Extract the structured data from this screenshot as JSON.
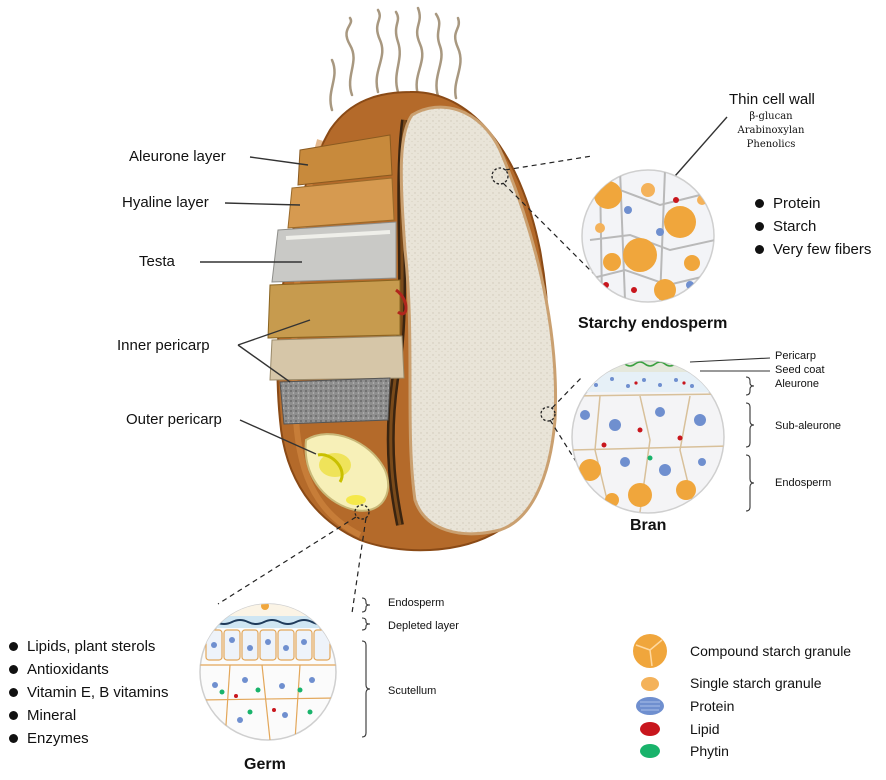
{
  "grain_labels": {
    "aleurone": "Aleurone  layer",
    "hyaline": "Hyaline layer",
    "testa": "Testa",
    "inner_pericarp": "Inner pericarp",
    "outer_pericarp": "Outer pericarp"
  },
  "endosperm_callout": {
    "thin_cell_wall": "Thin cell wall",
    "components": [
      "β-glucan",
      "Arabinoxylan",
      "Phenolics"
    ],
    "bullets": [
      "Protein",
      "Starch",
      "Very few fibers"
    ],
    "title": "Starchy endosperm"
  },
  "bran_callout": {
    "layers": [
      "Pericarp",
      "Seed coat",
      "Aleurone",
      "Sub-aleurone",
      "Endosperm"
    ],
    "title": "Bran"
  },
  "germ_callout": {
    "layers": [
      "Endosperm",
      "Depleted layer",
      "Scutellum"
    ],
    "bullets": [
      "Lipids, plant sterols",
      "Antioxidants",
      "Vitamin E, B vitamins",
      "Mineral",
      "Enzymes"
    ],
    "title": "Germ"
  },
  "legend": [
    {
      "label": "Compound  starch granule",
      "icon": "compound-starch-icon",
      "color": "#f0a63c"
    },
    {
      "label": "Single starch granule",
      "icon": "single-starch-icon",
      "color": "#f4b25a"
    },
    {
      "label": "Protein",
      "icon": "protein-icon",
      "color": "#6f8fcf"
    },
    {
      "label": "Lipid",
      "icon": "lipid-icon",
      "color": "#c8161d"
    },
    {
      "label": "Phytin",
      "icon": "phytin-icon",
      "color": "#19b36b"
    }
  ]
}
